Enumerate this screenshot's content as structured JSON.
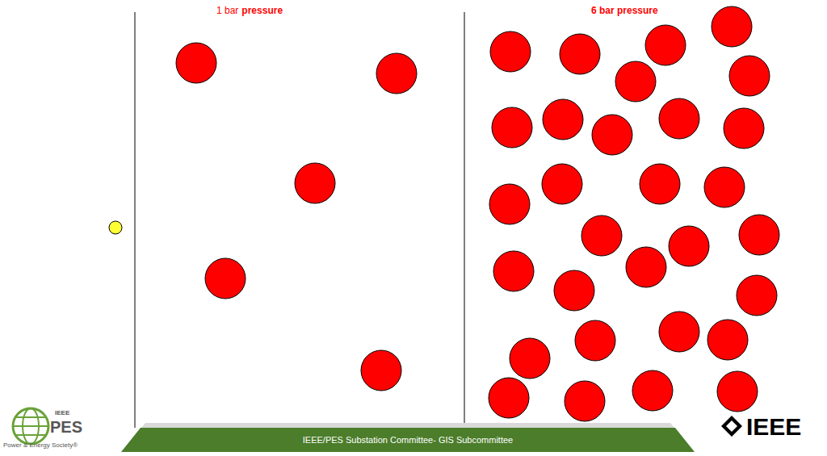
{
  "diagram": {
    "nodes": [
      {
        "text": [
          "IEEE/PES Substation Committee- GIS Subcommittee"
        ]
      }
    ],
    "labels": [
      "1 bar",
      "pressure",
      "6 bar pressure",
      "IEEE",
      "PES",
      "Power & Energy Society®",
      "IEEE"
    ]
  }
}
